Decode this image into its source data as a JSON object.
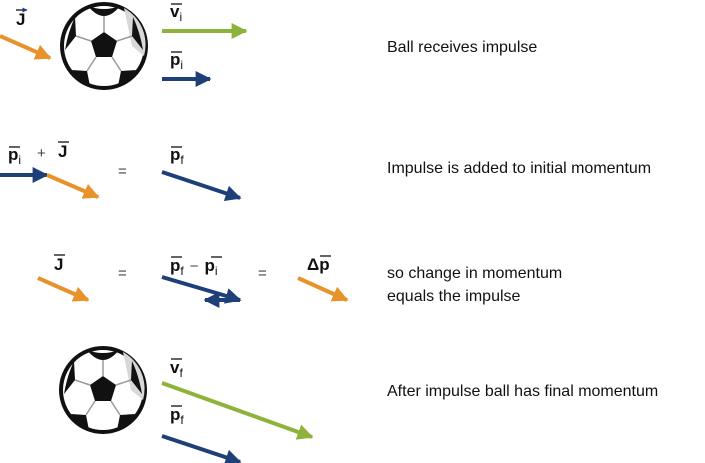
{
  "colors": {
    "impulse": "#e8932a",
    "velocity": "#8db33a",
    "momentum": "#1e3f78",
    "ball_dark": "#111111"
  },
  "icons": [
    "soccer-ball-icon",
    "vector-arrow-icon"
  ],
  "symbols": {
    "J": "J",
    "p": "p",
    "v": "v",
    "delta": "Δ",
    "sub_i": "i",
    "sub_f": "f",
    "plus": "+",
    "minus": "−",
    "equals": "="
  },
  "captions": {
    "row1": "Ball receives impulse",
    "row2": "Impulse is added to initial momentum",
    "row3_line1": "so change in momentum",
    "row3_line2": "equals the impulse",
    "row4": "After impulse ball has final momentum"
  }
}
